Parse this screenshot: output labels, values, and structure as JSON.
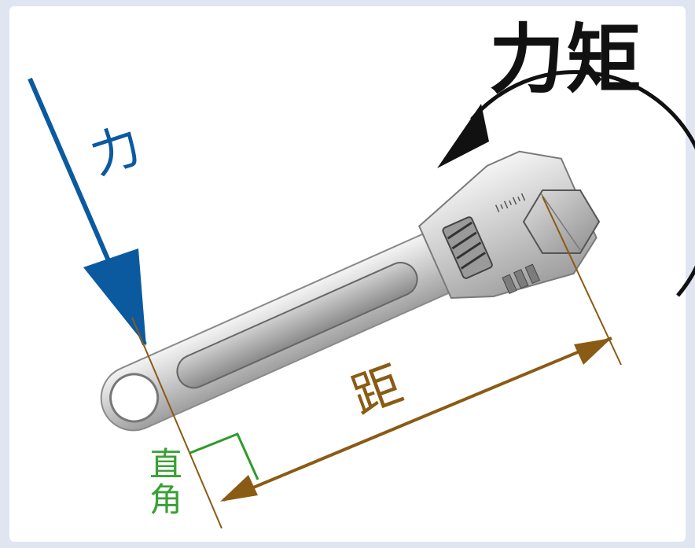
{
  "labels": {
    "torque": "力矩",
    "force": "力",
    "distance": "距",
    "right_angle": "直角"
  },
  "colors": {
    "force_arrow": "#0b5aa0",
    "distance_arrow": "#8a5b14",
    "right_angle_mark": "#2e9a2a",
    "torque_arrow": "#111111",
    "wrench_body": "#c8c8c8",
    "background_frame": "#dfe6f2"
  },
  "icons": {
    "wrench": "adjustable-wrench-icon",
    "nut": "hex-nut-icon"
  }
}
